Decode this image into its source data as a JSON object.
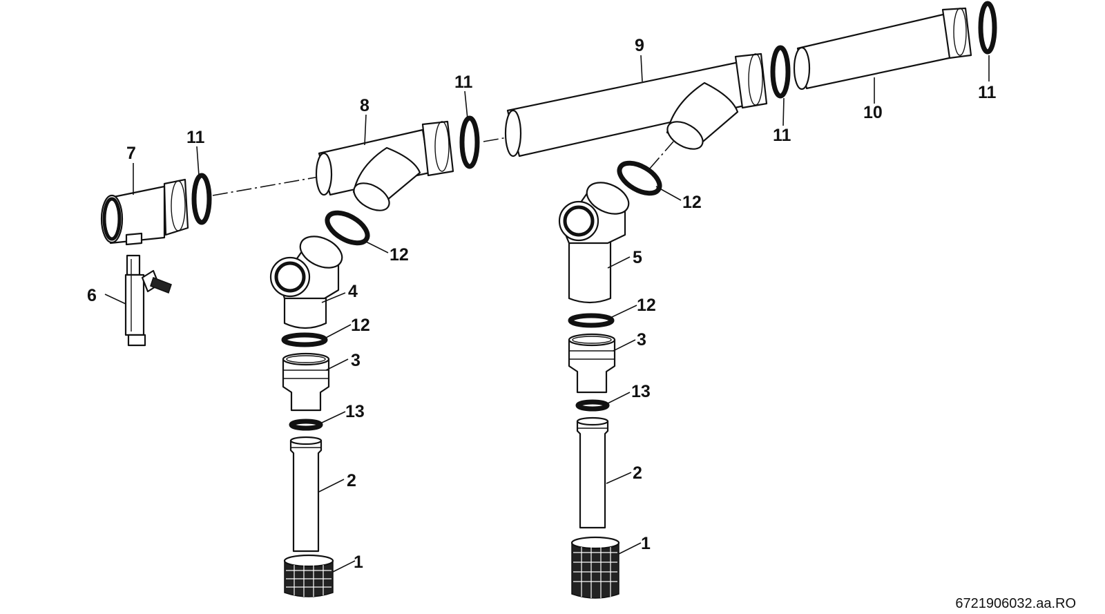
{
  "figure_ref": "6721906032.aa.RO",
  "labels": {
    "p1a": "1",
    "p1b": "1",
    "p2a": "2",
    "p2b": "2",
    "p3a": "3",
    "p3b": "3",
    "p4": "4",
    "p5": "5",
    "p6": "6",
    "p7": "7",
    "p8": "8",
    "p9": "9",
    "p10": "10",
    "p11a": "11",
    "p11b": "11",
    "p11c": "11",
    "p11d": "11",
    "p12a": "12",
    "p12b": "12",
    "p12c": "12",
    "p12d": "12",
    "p13a": "13",
    "p13b": "13"
  }
}
